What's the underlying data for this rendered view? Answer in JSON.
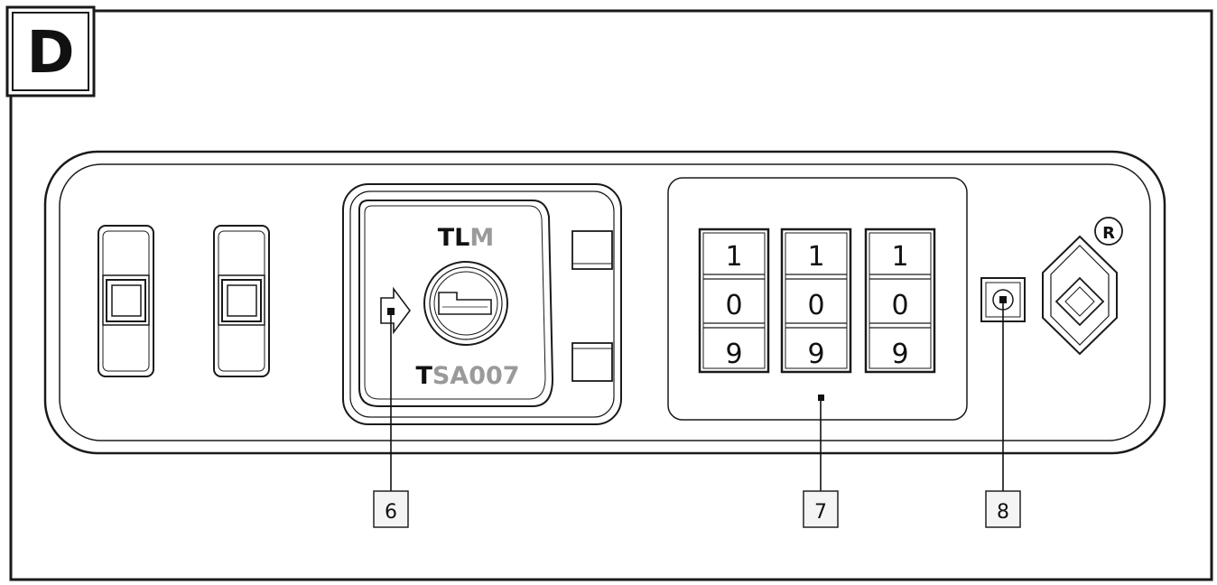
{
  "figure_label": "D",
  "lock": {
    "brand": "TLM",
    "brand_prefix": "TL",
    "brand_suffix": "M",
    "model": "TSA007",
    "model_prefix": "T",
    "model_suffix": "SA007",
    "registered_mark": "R"
  },
  "dials": [
    {
      "top": "1",
      "middle": "0",
      "bottom": "9"
    },
    {
      "top": "1",
      "middle": "0",
      "bottom": "9"
    },
    {
      "top": "1",
      "middle": "0",
      "bottom": "9"
    }
  ],
  "callouts": {
    "keyhole": "6",
    "combination_dials": "7",
    "reset_button": "8"
  },
  "colors": {
    "line": "#1a1a1a",
    "brand_accent": "#9a9a9a",
    "callout_fill": "#f4f4f4"
  }
}
